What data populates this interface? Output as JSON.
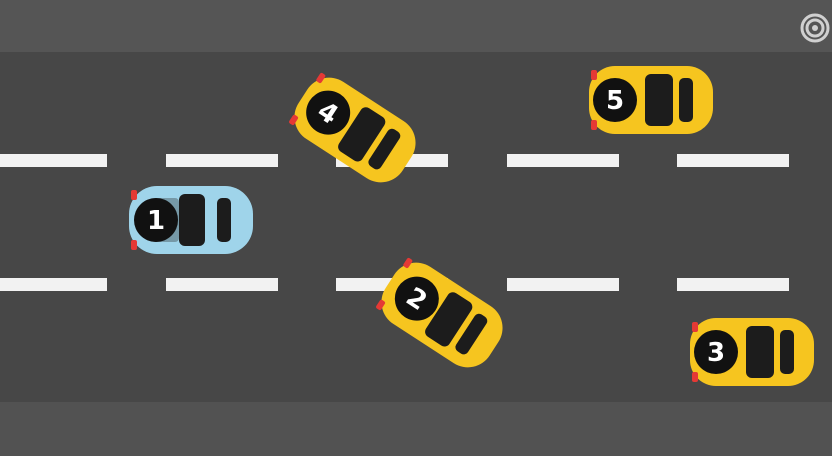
{
  "scene": {
    "lane_count": 3,
    "colors": {
      "shoulder": "#555555",
      "road": "#474747",
      "lane_marking": "#f2f2f2",
      "car_yellow": "#f6c51f",
      "car_blue": "#9fd4ea",
      "window": "#1c1c1c",
      "badge": "#111111",
      "badge_text": "#ffffff"
    }
  },
  "cars": [
    {
      "number": "1",
      "color": "blue",
      "heading_deg": 0
    },
    {
      "number": "2",
      "color": "yellow",
      "heading_deg": 33
    },
    {
      "number": "3",
      "color": "yellow",
      "heading_deg": 0
    },
    {
      "number": "4",
      "color": "yellow",
      "heading_deg": 33
    },
    {
      "number": "5",
      "color": "yellow",
      "heading_deg": 0
    }
  ],
  "overlay": {
    "icon": "broadcaster-logo-icon"
  }
}
